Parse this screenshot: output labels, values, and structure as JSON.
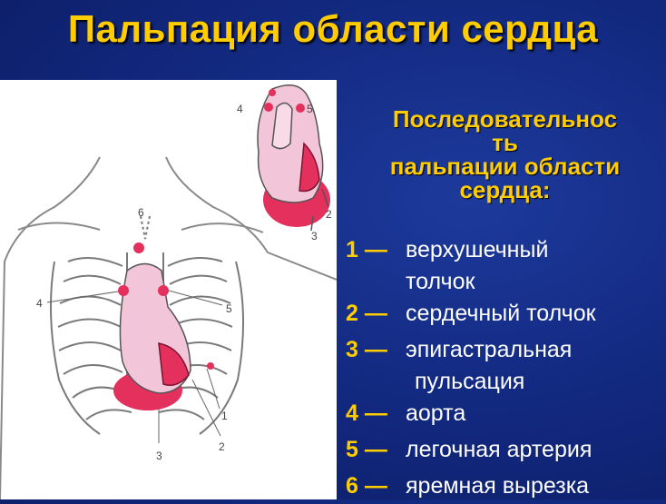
{
  "slide": {
    "title": "Пальпация области сердца"
  },
  "heading": {
    "line1": "Последовательнос",
    "line2": "ть",
    "line3": "пальпации области",
    "line4": "сердца:"
  },
  "list": [
    {
      "num": "1 —",
      "line1": "верхушечный",
      "line2": "толчок"
    },
    {
      "num": "2 —",
      "line1": "сердечный толчок"
    },
    {
      "num": "3 —",
      "line1": "эпигастральная",
      "line2": "пульсация"
    },
    {
      "num": "4 —",
      "line1": "аорта"
    },
    {
      "num": "5 —",
      "line1": "легочная артерия"
    },
    {
      "num": "6 —",
      "line1": "яремная вырезка"
    }
  ],
  "figure": {
    "labels": {
      "small_4": "4",
      "small_5": "5",
      "small_2": "2",
      "small_3": "3",
      "main_6": "6",
      "main_4": "4",
      "main_5": "5",
      "main_1": "1",
      "main_2": "2",
      "main_3": "3"
    }
  },
  "colors": {
    "accent": "#ffcc00",
    "background": "#132a82",
    "heart_pink": "#f3c3d6",
    "spot": "#e0305a"
  }
}
